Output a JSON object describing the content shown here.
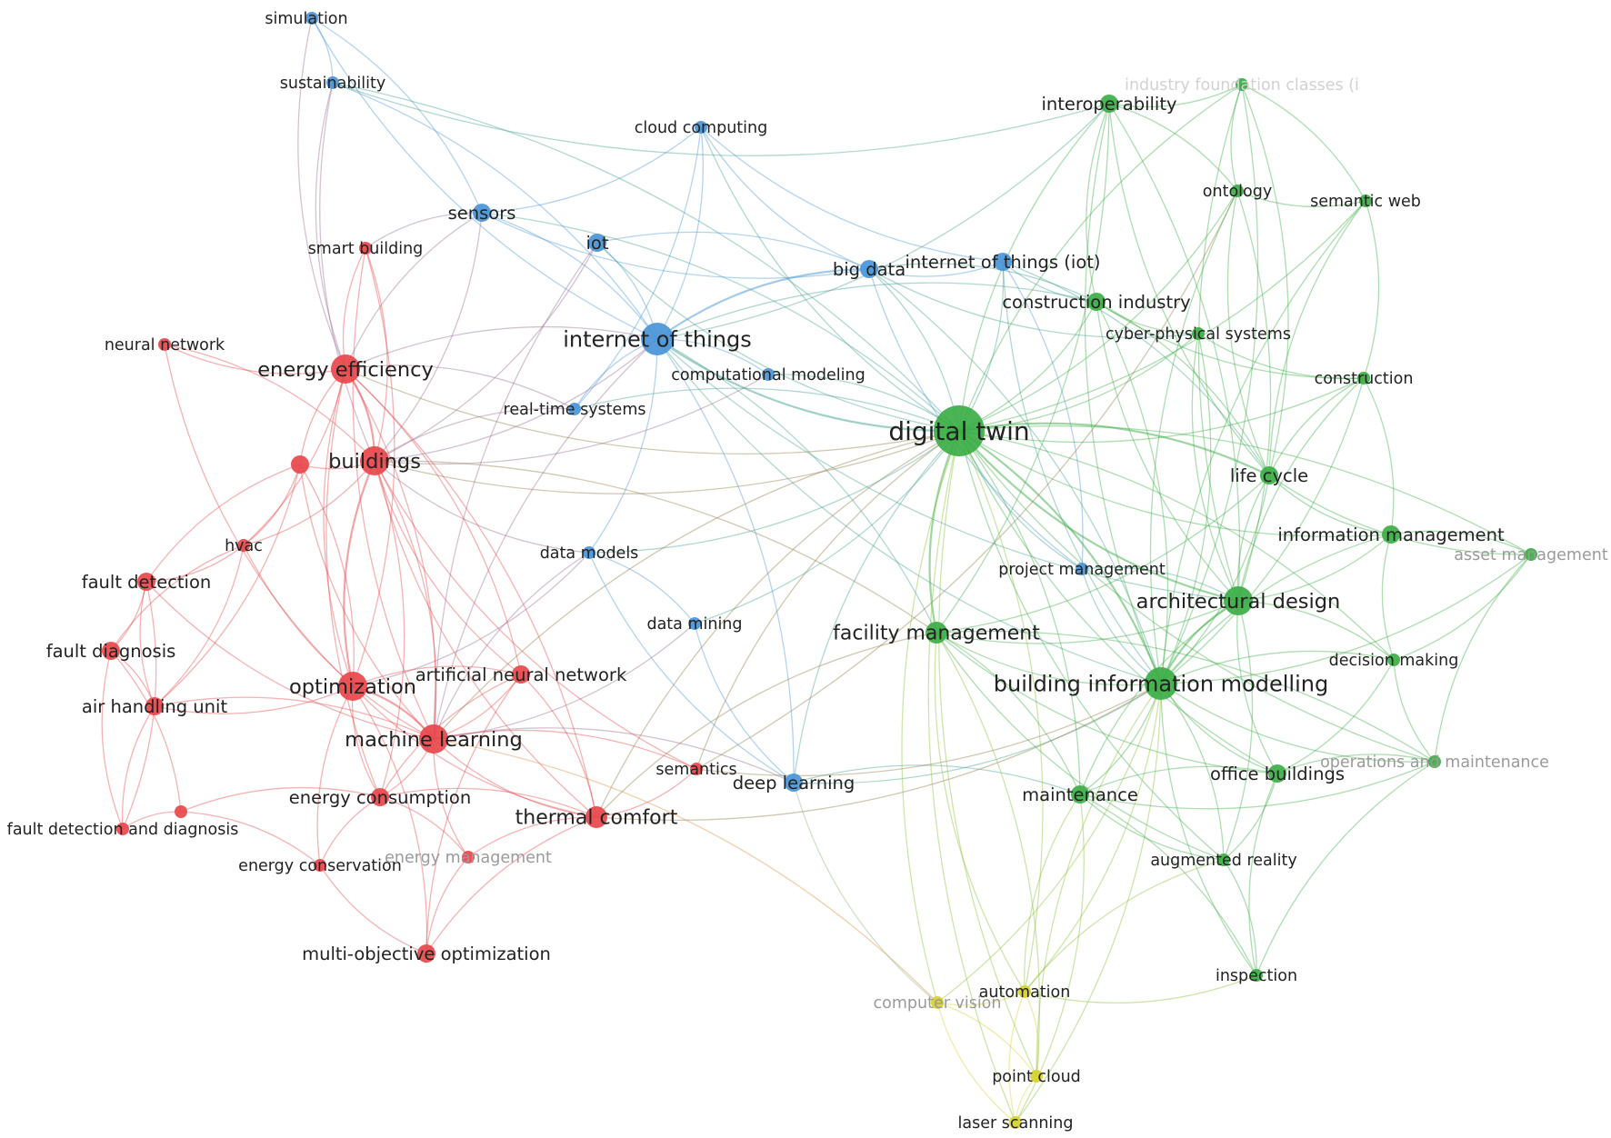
{
  "clusters": {
    "red": "#e8474b",
    "blue": "#4a95d8",
    "green": "#3cae45",
    "yellow": "#d6d22a"
  },
  "nodes": [
    {
      "id": "simulation",
      "label": "simulation",
      "cluster": "blue",
      "weight": 2
    },
    {
      "id": "sustainability",
      "label": "sustainability",
      "cluster": "blue",
      "weight": 2
    },
    {
      "id": "cloud_computing",
      "label": "cloud computing",
      "cluster": "blue",
      "weight": 2
    },
    {
      "id": "sensors",
      "label": "sensors",
      "cluster": "blue",
      "weight": 3
    },
    {
      "id": "iot",
      "label": "iot",
      "cluster": "blue",
      "weight": 3
    },
    {
      "id": "internet_of_things",
      "label": "internet of things",
      "cluster": "blue",
      "weight": 6
    },
    {
      "id": "computational_modeling",
      "label": "computational modeling",
      "cluster": "blue",
      "weight": 2
    },
    {
      "id": "real_time_systems",
      "label": "real-time systems",
      "cluster": "blue",
      "weight": 2
    },
    {
      "id": "big_data",
      "label": "big data",
      "cluster": "blue",
      "weight": 3
    },
    {
      "id": "internet_of_things_iot",
      "label": "internet of things (iot)",
      "cluster": "blue",
      "weight": 3
    },
    {
      "id": "data_models",
      "label": "data models",
      "cluster": "blue",
      "weight": 2
    },
    {
      "id": "data_mining",
      "label": "data mining",
      "cluster": "blue",
      "weight": 2
    },
    {
      "id": "deep_learning",
      "label": "deep learning",
      "cluster": "blue",
      "weight": 3
    },
    {
      "id": "project_management",
      "label": "project management",
      "cluster": "blue",
      "weight": 2
    },
    {
      "id": "smart_building",
      "label": "smart building",
      "cluster": "red",
      "weight": 2
    },
    {
      "id": "neural_network",
      "label": "neural network",
      "cluster": "red",
      "weight": 2
    },
    {
      "id": "energy_efficiency",
      "label": "energy efficiency",
      "cluster": "red",
      "weight": 5
    },
    {
      "id": "unlabeled_red",
      "label": "",
      "cluster": "red",
      "weight": 3
    },
    {
      "id": "buildings",
      "label": "buildings",
      "cluster": "red",
      "weight": 5
    },
    {
      "id": "hvac",
      "label": "hvac",
      "cluster": "red",
      "weight": 2
    },
    {
      "id": "fault_detection",
      "label": "fault detection",
      "cluster": "red",
      "weight": 3
    },
    {
      "id": "fault_diagnosis",
      "label": "fault diagnosis",
      "cluster": "red",
      "weight": 3
    },
    {
      "id": "air_handling_unit",
      "label": "air handling unit",
      "cluster": "red",
      "weight": 3
    },
    {
      "id": "optimization",
      "label": "optimization",
      "cluster": "red",
      "weight": 5
    },
    {
      "id": "artificial_neural_network",
      "label": "artificial neural network",
      "cluster": "red",
      "weight": 3
    },
    {
      "id": "machine_learning",
      "label": "machine learning",
      "cluster": "red",
      "weight": 5
    },
    {
      "id": "energy_consumption",
      "label": "energy consumption",
      "cluster": "red",
      "weight": 3
    },
    {
      "id": "unlabeled_red2",
      "label": "",
      "cluster": "red",
      "weight": 2
    },
    {
      "id": "fault_detection_and_diagnosis",
      "label": "fault detection and diagnosis",
      "cluster": "red",
      "weight": 2
    },
    {
      "id": "energy_conservation",
      "label": "energy conservation",
      "cluster": "red",
      "weight": 2
    },
    {
      "id": "energy_management",
      "label": "energy management",
      "cluster": "red",
      "weight": 2
    },
    {
      "id": "semantics",
      "label": "semantics",
      "cluster": "red",
      "weight": 2
    },
    {
      "id": "thermal_comfort",
      "label": "thermal comfort",
      "cluster": "red",
      "weight": 4
    },
    {
      "id": "multi_objective_optimization",
      "label": "multi-objective optimization",
      "cluster": "red",
      "weight": 3
    },
    {
      "id": "industry_foundation_classes",
      "label": "industry foundation classes (i",
      "cluster": "green",
      "weight": 2
    },
    {
      "id": "interoperability",
      "label": "interoperability",
      "cluster": "green",
      "weight": 3
    },
    {
      "id": "ontology",
      "label": "ontology",
      "cluster": "green",
      "weight": 2
    },
    {
      "id": "semantic_web",
      "label": "semantic web",
      "cluster": "green",
      "weight": 2
    },
    {
      "id": "construction_industry",
      "label": "construction industry",
      "cluster": "green",
      "weight": 3
    },
    {
      "id": "cyber_physical_systems",
      "label": "cyber-physical systems",
      "cluster": "green",
      "weight": 2
    },
    {
      "id": "construction",
      "label": "construction",
      "cluster": "green",
      "weight": 2
    },
    {
      "id": "digital_twin",
      "label": "digital twin",
      "cluster": "green",
      "weight": 8
    },
    {
      "id": "life_cycle",
      "label": "life cycle",
      "cluster": "green",
      "weight": 3
    },
    {
      "id": "information_management",
      "label": "information management",
      "cluster": "green",
      "weight": 3
    },
    {
      "id": "asset_management",
      "label": "asset management",
      "cluster": "green",
      "weight": 2
    },
    {
      "id": "architectural_design",
      "label": "architectural design",
      "cluster": "green",
      "weight": 5
    },
    {
      "id": "facility_management",
      "label": "facility management",
      "cluster": "green",
      "weight": 4
    },
    {
      "id": "building_information_modelling",
      "label": "building information modelling",
      "cluster": "green",
      "weight": 6
    },
    {
      "id": "decision_making",
      "label": "decision making",
      "cluster": "green",
      "weight": 2
    },
    {
      "id": "operations_and_maintenance",
      "label": "operations and maintenance",
      "cluster": "green",
      "weight": 2
    },
    {
      "id": "maintenance",
      "label": "maintenance",
      "cluster": "green",
      "weight": 3
    },
    {
      "id": "office_buildings",
      "label": "office buildings",
      "cluster": "green",
      "weight": 3
    },
    {
      "id": "augmented_reality",
      "label": "augmented reality",
      "cluster": "green",
      "weight": 2
    },
    {
      "id": "inspection",
      "label": "inspection",
      "cluster": "green",
      "weight": 2
    },
    {
      "id": "computer_vision",
      "label": "computer vision",
      "cluster": "yellow",
      "weight": 2
    },
    {
      "id": "automation",
      "label": "automation",
      "cluster": "yellow",
      "weight": 2
    },
    {
      "id": "point_cloud",
      "label": "point cloud",
      "cluster": "yellow",
      "weight": 2
    },
    {
      "id": "laser_scanning",
      "label": "laser scanning",
      "cluster": "yellow",
      "weight": 2
    }
  ]
}
